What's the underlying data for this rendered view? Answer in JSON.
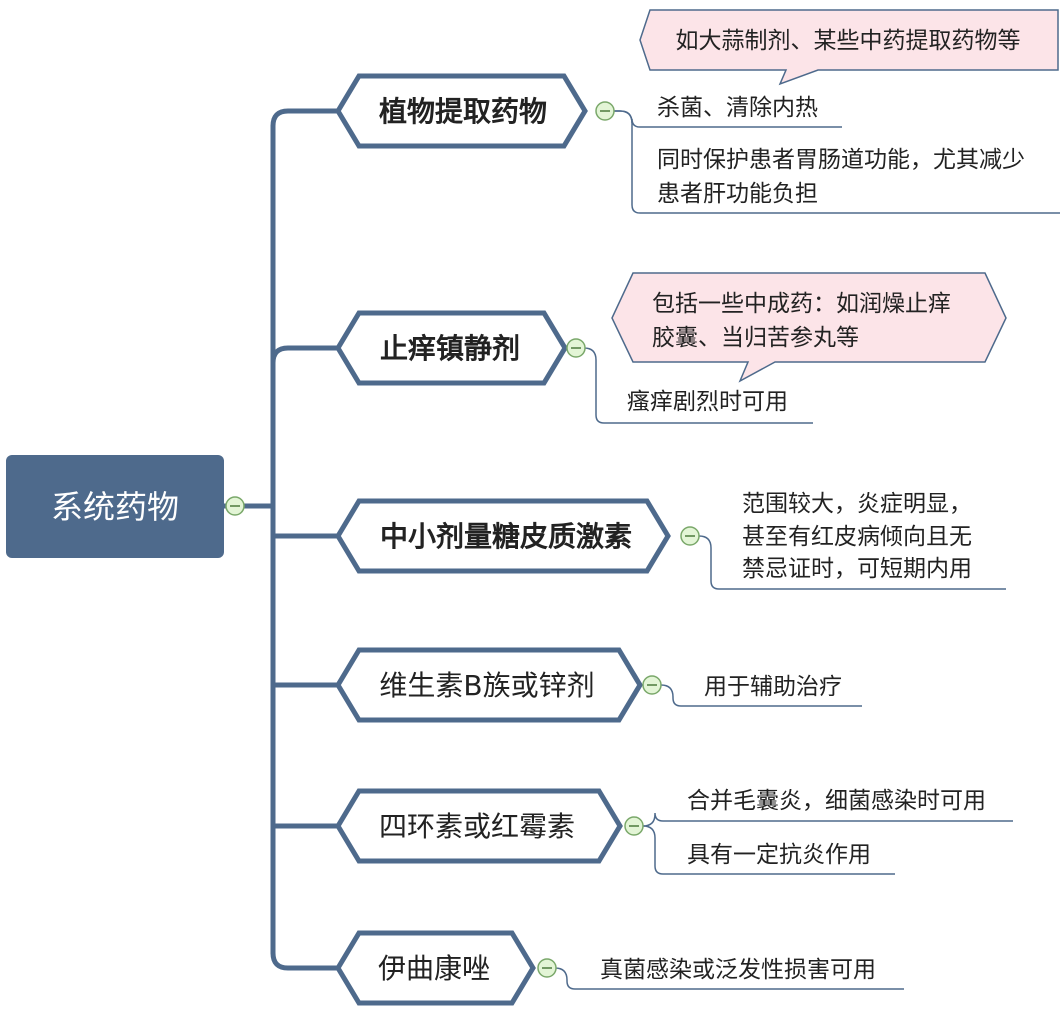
{
  "root": {
    "label": "系统药物"
  },
  "branches": [
    {
      "label": "植物提取药物",
      "bold": true,
      "callout": [
        "如大蒜制剂、某些中药提取药物等"
      ],
      "leaves": [
        [
          "杀菌、清除内热"
        ],
        [
          "同时保护患者胃肠道功能，尤其减少",
          "患者肝功能负担"
        ]
      ]
    },
    {
      "label": "止痒镇静剂",
      "bold": true,
      "callout": [
        "包括一些中成药：如润燥止痒",
        "胶囊、当归苦参丸等"
      ],
      "leaves": [
        [
          "瘙痒剧烈时可用"
        ]
      ]
    },
    {
      "label": "中小剂量糖皮质激素",
      "bold": true,
      "leaves": [
        [
          "范围较大，炎症明显，",
          "甚至有红皮病倾向且无",
          "禁忌证时，可短期内用"
        ]
      ]
    },
    {
      "label": "维生素B族或锌剂",
      "bold": false,
      "leaves": [
        [
          "用于辅助治疗"
        ]
      ]
    },
    {
      "label": "四环素或红霉素",
      "bold": false,
      "leaves": [
        [
          "合并毛囊炎，细菌感染时可用"
        ],
        [
          "具有一定抗炎作用"
        ]
      ]
    },
    {
      "label": "伊曲康唑",
      "bold": false,
      "leaves": [
        [
          "真菌感染或泛发性损害可用"
        ]
      ]
    }
  ],
  "colors": {
    "root_fill": "#4e6a8c",
    "branch_stroke": "#4e6a8c",
    "connector": "#4e6a8c",
    "leaf_line": "#4e6a8c",
    "collapse_fill": "#e3f5d6",
    "collapse_stroke": "#7aa86a",
    "callout_fill": "#fce4e8",
    "callout_stroke": "#4e6a8c"
  },
  "icons": {
    "collapse": "minus-circle-icon"
  }
}
